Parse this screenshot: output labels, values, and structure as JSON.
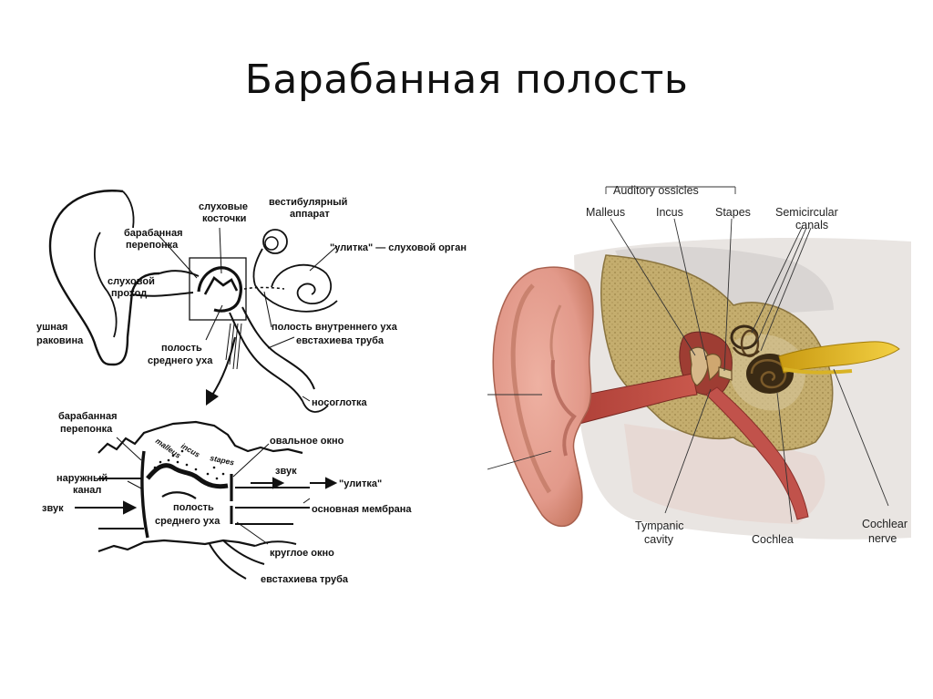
{
  "title": "Барабанная полость",
  "left_diagram": {
    "labels": {
      "ossicles": [
        "слуховые",
        "косточки"
      ],
      "vestibular": [
        "вестибулярный",
        "аппарат"
      ],
      "eardrum_top": [
        "барабанная",
        "перепонка"
      ],
      "cochlea_organ": "\"улитка\" — слуховой орган",
      "ear_canal": [
        "слуховой",
        "проход"
      ],
      "auricle": [
        "ушная",
        "раковина"
      ],
      "inner_ear_cavity": "полость внутреннего уха",
      "eustachian_top": "евстахиева труба",
      "middle_ear_cavity_top": [
        "полость",
        "среднего уха"
      ],
      "nasopharynx": "носоглотка",
      "eardrum_bottom": [
        "барабанная",
        "перепонка"
      ],
      "oval_window": "овальное окно",
      "malleus": "malleus",
      "incus": "incus",
      "stapes": "stapes",
      "sound_mid": "звук",
      "cochlea_arrow": "\"улитка\"",
      "outer_canal": [
        "наружный",
        "канал"
      ],
      "sound_left": "звук",
      "middle_ear_cavity_bottom": [
        "полость",
        "среднего уха"
      ],
      "basilar_membrane": "основная мембрана",
      "round_window": "круглое окно",
      "eustachian_bottom": "евстахиева труба"
    }
  },
  "right_diagram": {
    "labels": {
      "group_header": "Auditory ossicles",
      "malleus": "Malleus",
      "incus": "Incus",
      "stapes": "Stapes",
      "semicircular": [
        "Semicircular",
        "canals"
      ],
      "tympanic": [
        "Tympanic",
        "cavity"
      ],
      "cochlea": "Cochlea",
      "cochlear_nerve": [
        "Cochlear",
        "nerve"
      ]
    },
    "colors": {
      "skin": "#e2998a",
      "bone": "#c4ad6e",
      "canal": "#b5423a",
      "nerve": "#e5c021",
      "tissue": "#e9e5e2"
    }
  }
}
